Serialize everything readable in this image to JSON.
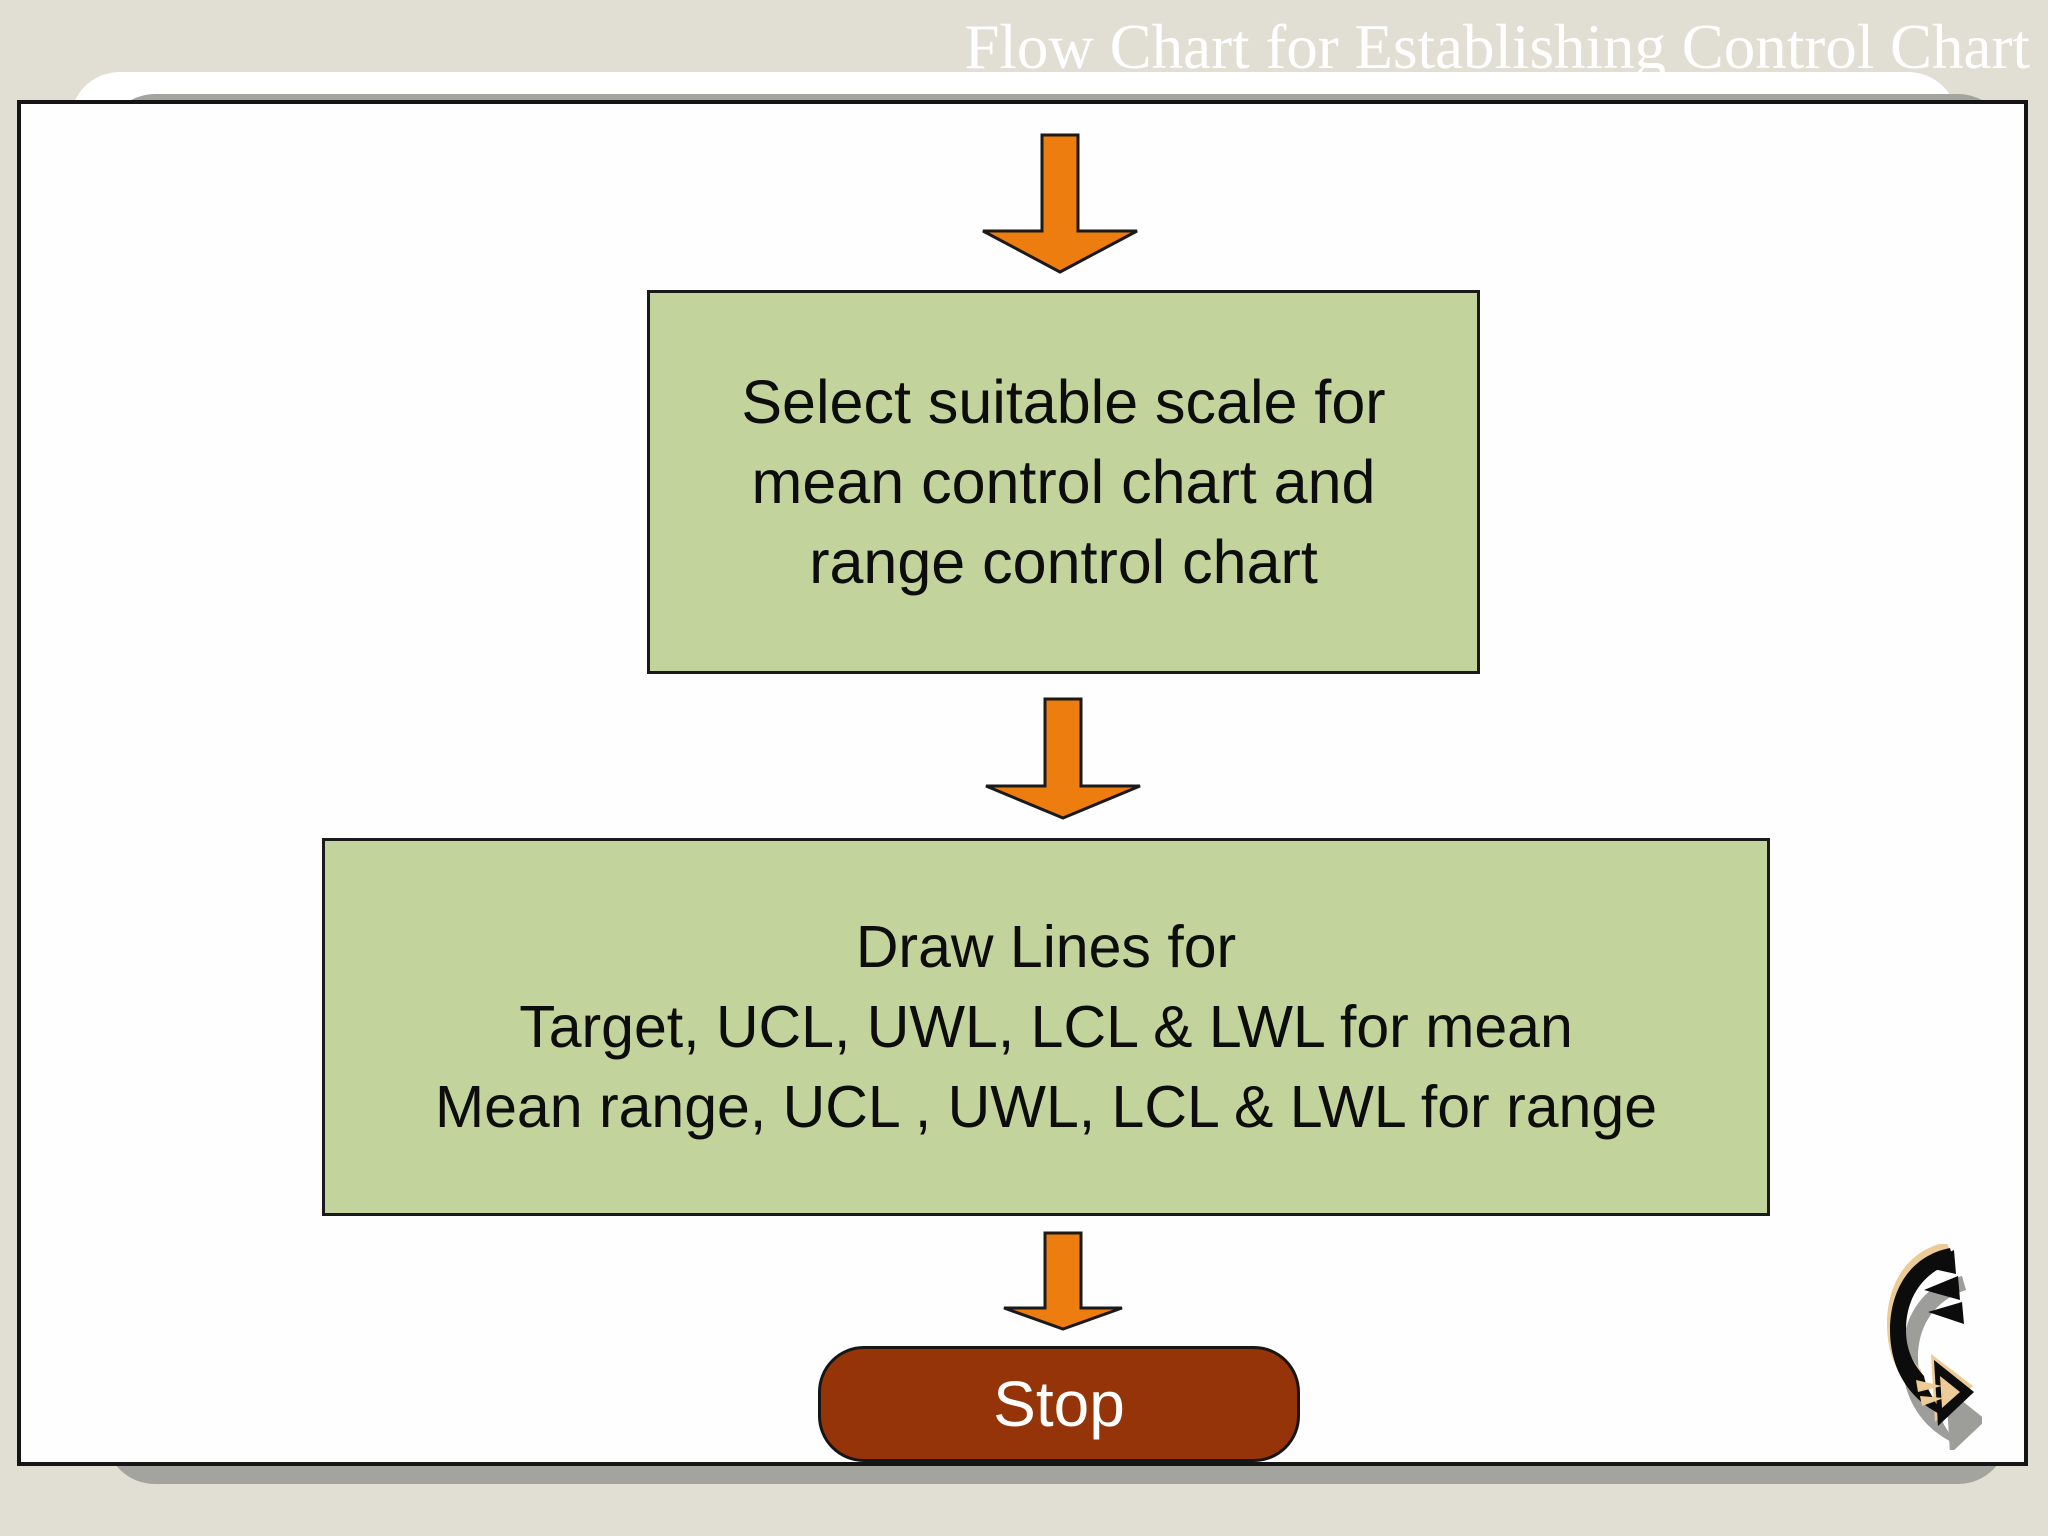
{
  "slide": {
    "title": "Flow Chart for Establishing Control Chart",
    "background_color": "#e1ded3"
  },
  "flowchart": {
    "step1": {
      "lines": [
        "Select suitable scale for",
        "mean control chart and",
        "range control chart"
      ]
    },
    "step2": {
      "lines": [
        "Draw Lines for",
        "Target, UCL, UWL, LCL & LWL for mean",
        "Mean range, UCL , UWL, LCL & LWL for range"
      ]
    },
    "terminator": {
      "label": "Stop"
    }
  },
  "icons": {
    "connector": "down-arrow-icon",
    "logo": "curved-arrow-clipart-icon"
  },
  "colors": {
    "process_fill": "#c2d39b",
    "process_border": "#1a1a1a",
    "arrow_fill": "#ed7d0f",
    "terminator_fill": "#953408",
    "terminator_text": "#ffffff",
    "title_text": "#ffffff",
    "card_fill": "#ffffff",
    "card_shadow": "#a4a49e",
    "canvas_border": "#151515"
  }
}
